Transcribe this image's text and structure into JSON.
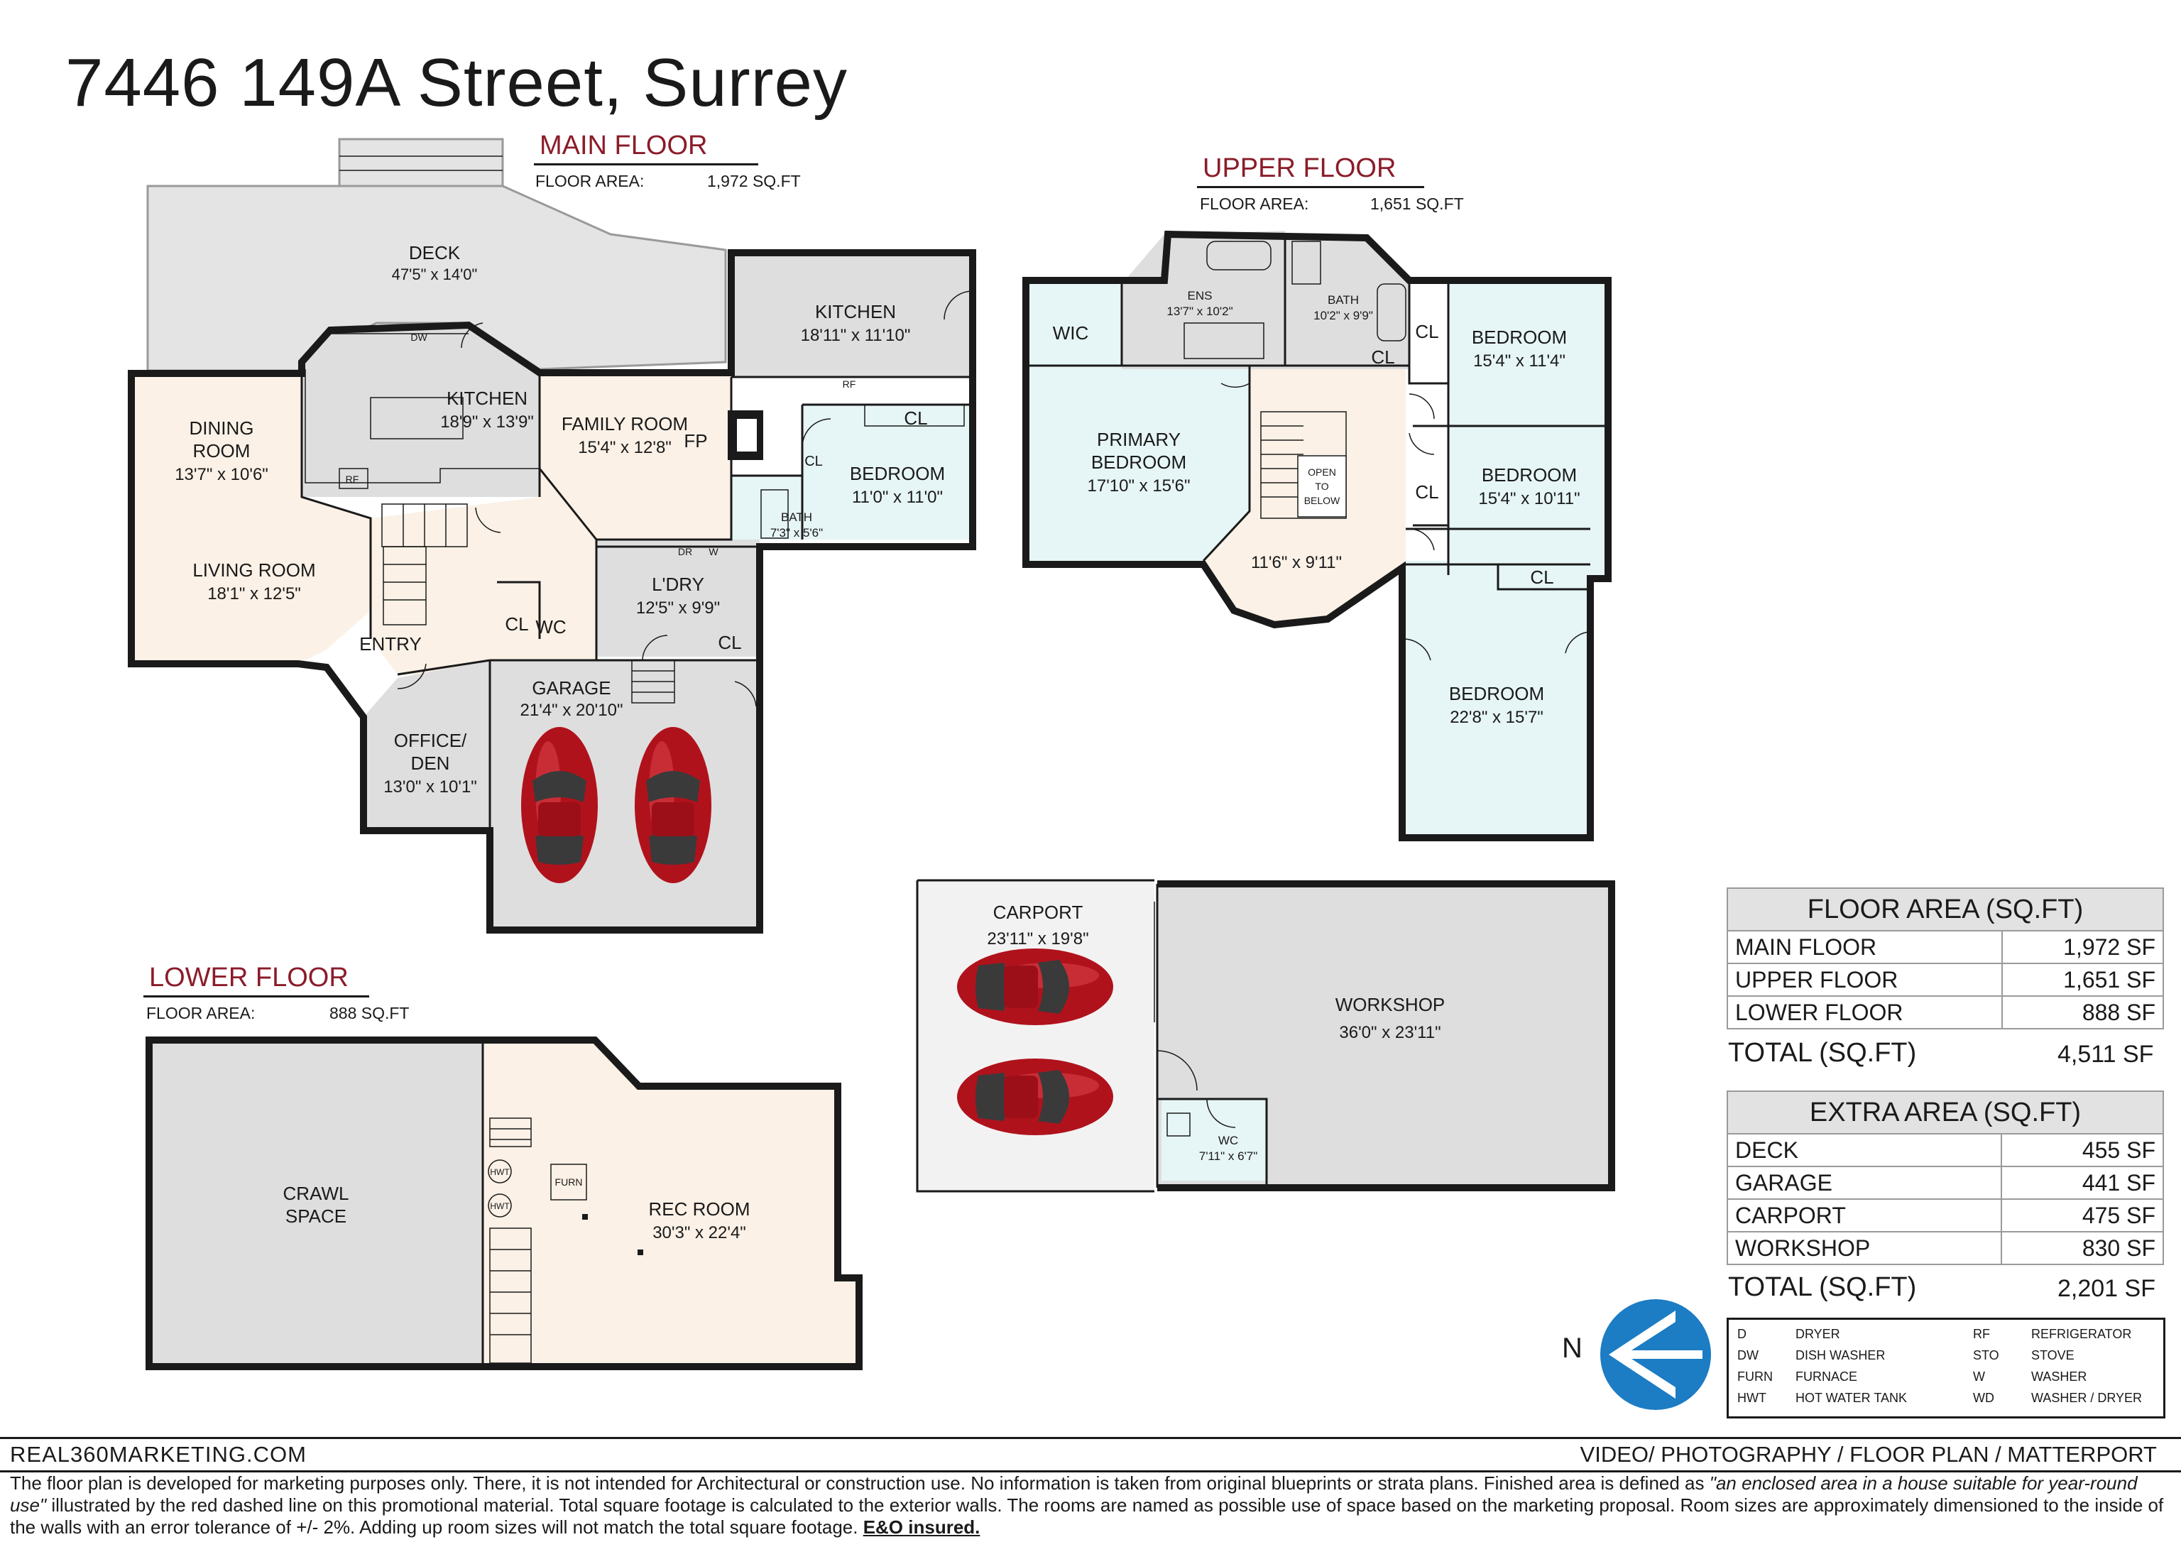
{
  "title": "7446 149A Street, Surrey",
  "floor_area_label": "FLOOR AREA:",
  "main_floor": {
    "heading": "MAIN FLOOR",
    "area": "1,972 SQ.FT",
    "rooms": {
      "deck": {
        "name": "DECK",
        "size": "47'5\" x 14'0\""
      },
      "kitchen_nook": {
        "name": "KITCHEN",
        "size": "18'11\" x 11'10\""
      },
      "kitchen": {
        "name": "KITCHEN",
        "size": "18'9\" x 13'9\""
      },
      "dining": {
        "name1": "DINING",
        "name2": "ROOM",
        "size": "13'7\" x 10'6\""
      },
      "family": {
        "name": "FAMILY ROOM",
        "size": "15'4\" x 12'8\""
      },
      "bedroom": {
        "name": "BEDROOM",
        "size": "11'0\" x 11'0\""
      },
      "living": {
        "name": "LIVING ROOM",
        "size": "18'1\" x 12'5\""
      },
      "laundry": {
        "name": "L'DRY",
        "size": "12'5\" x 9'9\""
      },
      "entry": {
        "name": "ENTRY"
      },
      "garage": {
        "name": "GARAGE",
        "size": "21'4\" x 20'10\""
      },
      "office": {
        "name1": "OFFICE/",
        "name2": "DEN",
        "size": "13'0\" x 10'1\""
      },
      "bath": {
        "name": "BATH",
        "size": "7'3\" x 5'6\""
      }
    },
    "marks": {
      "fp": "FP",
      "cl": "CL",
      "wc": "WC",
      "rf": "RF",
      "dw": "DW",
      "dr": "DR",
      "w": "W"
    }
  },
  "upper_floor": {
    "heading": "UPPER FLOOR",
    "area": "1,651 SQ.FT",
    "rooms": {
      "ens": {
        "name": "ENS",
        "size": "13'7\" x 10'2\""
      },
      "bath": {
        "name": "BATH",
        "size": "10'2\" x 9'9\""
      },
      "wic": {
        "name": "WIC"
      },
      "bedroom1": {
        "name": "BEDROOM",
        "size": "15'4\" x 11'4\""
      },
      "primary": {
        "name1": "PRIMARY",
        "name2": "BEDROOM",
        "size": "17'10\" x 15'6\""
      },
      "open": {
        "l1": "OPEN",
        "l2": "TO",
        "l3": "BELOW"
      },
      "bedroom2": {
        "name": "BEDROOM",
        "size": "15'4\" x 10'11\""
      },
      "hall": {
        "size": "11'6\" x 9'11\""
      },
      "bedroom3": {
        "name": "BEDROOM",
        "size": "22'8\" x 15'7\""
      }
    },
    "marks": {
      "cl": "CL"
    }
  },
  "lower_floor": {
    "heading": "LOWER FLOOR",
    "area": "888 SQ.FT",
    "rooms": {
      "crawl": {
        "name1": "CRAWL",
        "name2": "SPACE"
      },
      "rec": {
        "name": "REC ROOM",
        "size": "30'3\" x 22'4\""
      }
    },
    "marks": {
      "hwt": "HWT",
      "furn": "FURN"
    }
  },
  "outbuilding": {
    "carport": {
      "name": "CARPORT",
      "size": "23'11\" x 19'8\""
    },
    "workshop": {
      "name": "WORKSHOP",
      "size": "36'0\" x 23'11\""
    },
    "wc": {
      "name": "WC",
      "size": "7'11\" x 6'7\""
    }
  },
  "floor_area_table": {
    "heading": "FLOOR AREA (SQ.FT)",
    "rows": [
      {
        "label": "MAIN FLOOR",
        "value": "1,972 SF"
      },
      {
        "label": "UPPER FLOOR",
        "value": "1,651 SF"
      },
      {
        "label": "LOWER FLOOR",
        "value": "888 SF"
      }
    ],
    "total_label": "TOTAL (SQ.FT)",
    "total_value": "4,511 SF"
  },
  "extra_area_table": {
    "heading": "EXTRA AREA (SQ.FT)",
    "rows": [
      {
        "label": "DECK",
        "value": "455 SF"
      },
      {
        "label": "GARAGE",
        "value": "441 SF"
      },
      {
        "label": "CARPORT",
        "value": "475 SF"
      },
      {
        "label": "WORKSHOP",
        "value": "830 SF"
      }
    ],
    "total_label": "TOTAL (SQ.FT)",
    "total_value": "2,201 SF"
  },
  "compass": {
    "label": "N"
  },
  "legend": [
    {
      "abbr": "D",
      "text": "DRYER"
    },
    {
      "abbr": "DW",
      "text": "DISH WASHER"
    },
    {
      "abbr": "FURN",
      "text": "FURNACE"
    },
    {
      "abbr": "HWT",
      "text": "HOT WATER TANK"
    },
    {
      "abbr": "RF",
      "text": "REFRIGERATOR"
    },
    {
      "abbr": "STO",
      "text": "STOVE"
    },
    {
      "abbr": "W",
      "text": "WASHER"
    },
    {
      "abbr": "WD",
      "text": "WASHER / DRYER"
    }
  ],
  "footer": {
    "website": "REAL360MARKETING.COM",
    "services": "VIDEO/ PHOTOGRAPHY / FLOOR PLAN / MATTERPORT",
    "disclaimer_a": "The floor plan is developed for marketing purposes only. There, it is not intended for Architectural or construction use. No information is  taken from original blueprints or strata plans. Finished area is defined as ",
    "disclaimer_quote": "\"an enclosed area in a house suitable for year-round use\"",
    "disclaimer_b": " illustrated by the red dashed line on this promotional material. Total square footage is calculated to the exterior walls. The rooms are named as possible use of space based on the marketing proposal. Room sizes are approximately dimensioned to the inside of the walls with an error tolerance of +/- 2%. Adding up room sizes will not match the total square footage. ",
    "disclaimer_eo": "E&O insured."
  },
  "colors": {
    "heading_red": "#8b1c2a",
    "room_beige": "#fbf1e6",
    "room_grey": "#dedede",
    "room_blue": "#e6f5f5",
    "compass_blue": "#1c7cc4",
    "car_red": "#b0121c"
  }
}
